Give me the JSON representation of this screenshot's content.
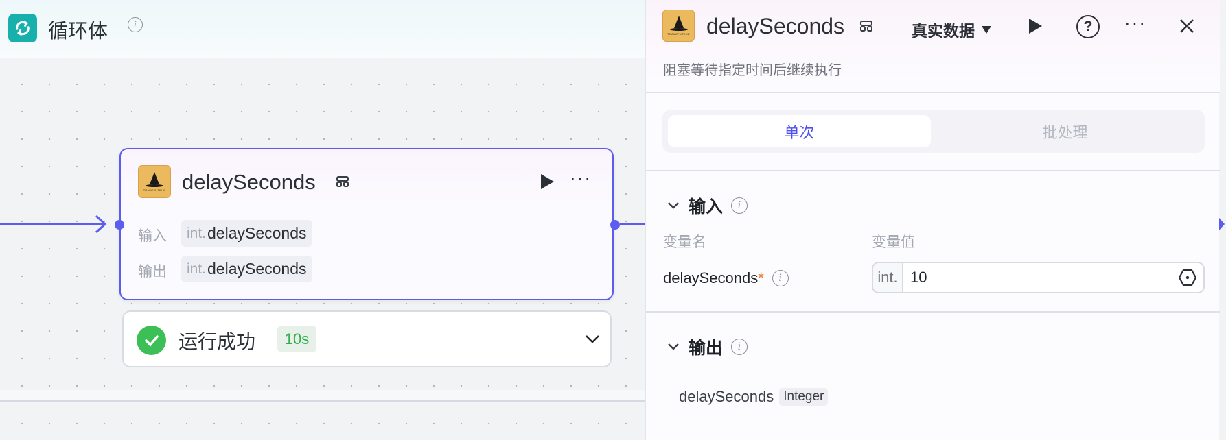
{
  "canvas": {
    "loop_title": "循环体",
    "loop_icon": "loop-refresh-icon",
    "node": {
      "title": "delaySeconds",
      "plugin_icon": "wizard-hat-logo",
      "logo_text": "TRAMEFUTRUE",
      "rows": [
        {
          "label": "输入",
          "type_prefix": "int.",
          "value": "delaySeconds"
        },
        {
          "label": "输出",
          "type_prefix": "int.",
          "value": "delaySeconds"
        }
      ]
    },
    "status": {
      "text": "运行成功",
      "duration": "10s",
      "color": "#3bbf56"
    }
  },
  "panel": {
    "title": "delaySeconds",
    "data_mode": "真实数据",
    "description": "阻塞等待指定时间后继续执行",
    "tabs": [
      {
        "label": "单次",
        "active": true
      },
      {
        "label": "批处理",
        "active": false
      }
    ],
    "input_section": {
      "title": "输入",
      "col_name": "变量名",
      "col_value": "变量值",
      "params": [
        {
          "name": "delaySeconds",
          "required_mark": "*",
          "type_prefix": "int.",
          "value": "10"
        }
      ]
    },
    "output_section": {
      "title": "输出",
      "outputs": [
        {
          "name": "delaySeconds",
          "type": "Integer"
        }
      ]
    }
  },
  "colors": {
    "accent": "#5b5cf0",
    "loop": "#17b0ad",
    "success": "#3bbf56"
  }
}
